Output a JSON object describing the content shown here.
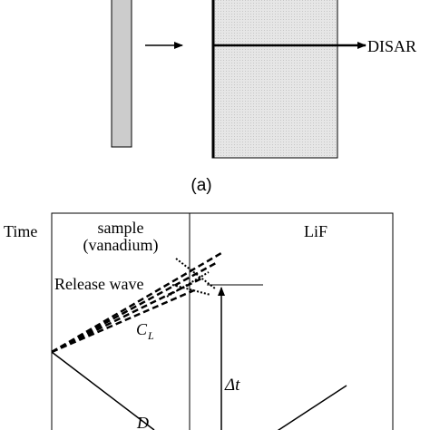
{
  "panel_a": {
    "target_label": "DISAR",
    "caption": "(a)"
  },
  "panel_b": {
    "time_label": "Time",
    "sample_label_line1": "sample",
    "sample_label_line2": "(vanadium)",
    "window_label": "LiF",
    "release_wave_label": "Release wave",
    "cl_label_main": "C",
    "cl_label_sub": "L",
    "delta_t_label": "Δt",
    "d_label": "D"
  },
  "colors": {
    "line": "#000000",
    "sample_fill": "#cfcfcf",
    "lif_fill": "#e4e4e4"
  }
}
